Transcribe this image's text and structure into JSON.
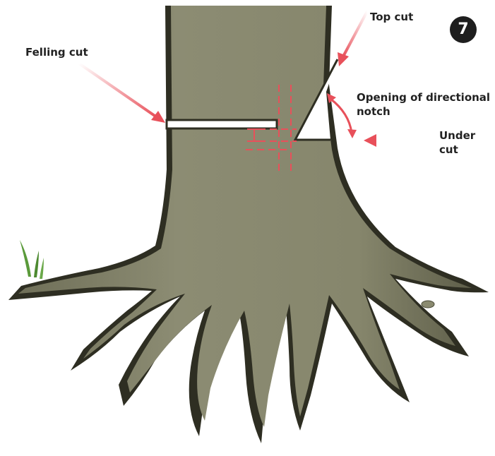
{
  "labels": {
    "top_cut": "Top cut",
    "felling_cut": "Felling cut",
    "opening_line1": "Opening of directional",
    "opening_line2": "notch",
    "under_cut_line1": "Under",
    "under_cut_line2": "cut"
  },
  "step_number": "7",
  "colors": {
    "trunk": "#8a8a70",
    "trunk_shadow": "#4a4a38",
    "outline": "#2e2e22",
    "arrow": "#e8505a",
    "guide_lines": "#e8505a",
    "grass": "#5a9a3a",
    "badge": "#1e1e1e"
  }
}
